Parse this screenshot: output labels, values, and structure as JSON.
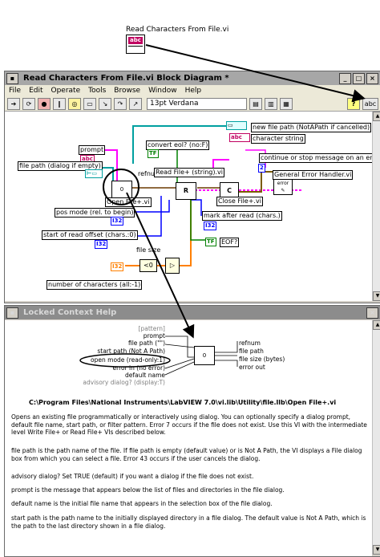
{
  "vi_icon": {
    "label": "Read Characters From File.vi",
    "glyph": "abc"
  },
  "block_diagram": {
    "title": "Read Characters From File.vi Block Diagram *",
    "menu": [
      "File",
      "Edit",
      "Operate",
      "Tools",
      "Browse",
      "Window",
      "Help"
    ],
    "font_selector": "13pt Verdana",
    "labels": {
      "new_file_path": "new file path (NotAPath if cancelled)",
      "character_string": "character string",
      "convert_eol": "convert eol? (no:F)",
      "prompt": "prompt",
      "file_path": "file path (dialog if empty)",
      "refnum": "refnum",
      "read_file": "Read File+ (string).vi",
      "continue_stop": "continue or stop message on an error",
      "error_handler": "General Error Handler.vi",
      "open_file": "Open File+.vi",
      "close_file": "Close File+.vi",
      "pos_mode": "pos mode (rel. to begin)",
      "mark_after_read": "mark after read (chars.)",
      "start_offset": "start of read offset (chars.:0)",
      "eof": "EOF?",
      "file_size": "file size",
      "num_chars": "number of characters (all:-1)",
      "const_tf": "TF",
      "const_i32": "I32",
      "const_abc": "abc",
      "const_zero": "0",
      "const_r": "R",
      "const_c": "C",
      "const_error": "error"
    }
  },
  "context_help": {
    "title": "Locked Context Help",
    "left_terminals": [
      "[pattern]",
      "prompt",
      "file path (\"\")",
      "start path (Not A Path)",
      "open mode (read-only:1)",
      "error in (no error)",
      "default name",
      "advisory dialog? (display:T)"
    ],
    "right_terminals": [
      "refnum",
      "file path",
      "file size (bytes)",
      "error out"
    ],
    "path": "C:\\Program Files\\National Instruments\\LabVIEW 7.0\\vi.lib\\Utility\\file.llb\\Open File+.vi",
    "paragraphs": [
      "Opens an existing file programmatically or interactively using dialog.  You can optionally specify a dialog prompt, default file name, start path, or filter pattern.  Error 7 occurs if the file does not exist.  Use this VI with the intermediate level Write File+ or Read File+ VIs described below.",
      "file path is the path name of the file.  If file path is empty (default value) or is Not A Path, the VI displays a File dialog box from which you can select a file.  Error 43 occurs if the user cancels the dialog.",
      "advisory dialog?  Set TRUE (default) if you want a dialog if the file does not exist.",
      "prompt is the message that appears below the list of files and directories in the file dialog.",
      "default name is the initial file name that appears in the selection box of the file dialog.",
      "start path is the path name to the initially displayed directory in a file dialog.  The default value is Not A Path, which is the path to the last directory shown in a file dialog."
    ]
  },
  "colors": {
    "pink_wire": "#ff00ff",
    "blue_wire": "#0000ff",
    "orange_wire": "#ff8000",
    "green_wire": "#008000",
    "teal_wire": "#00a0a0",
    "title_gray": "#a7a7a7"
  }
}
